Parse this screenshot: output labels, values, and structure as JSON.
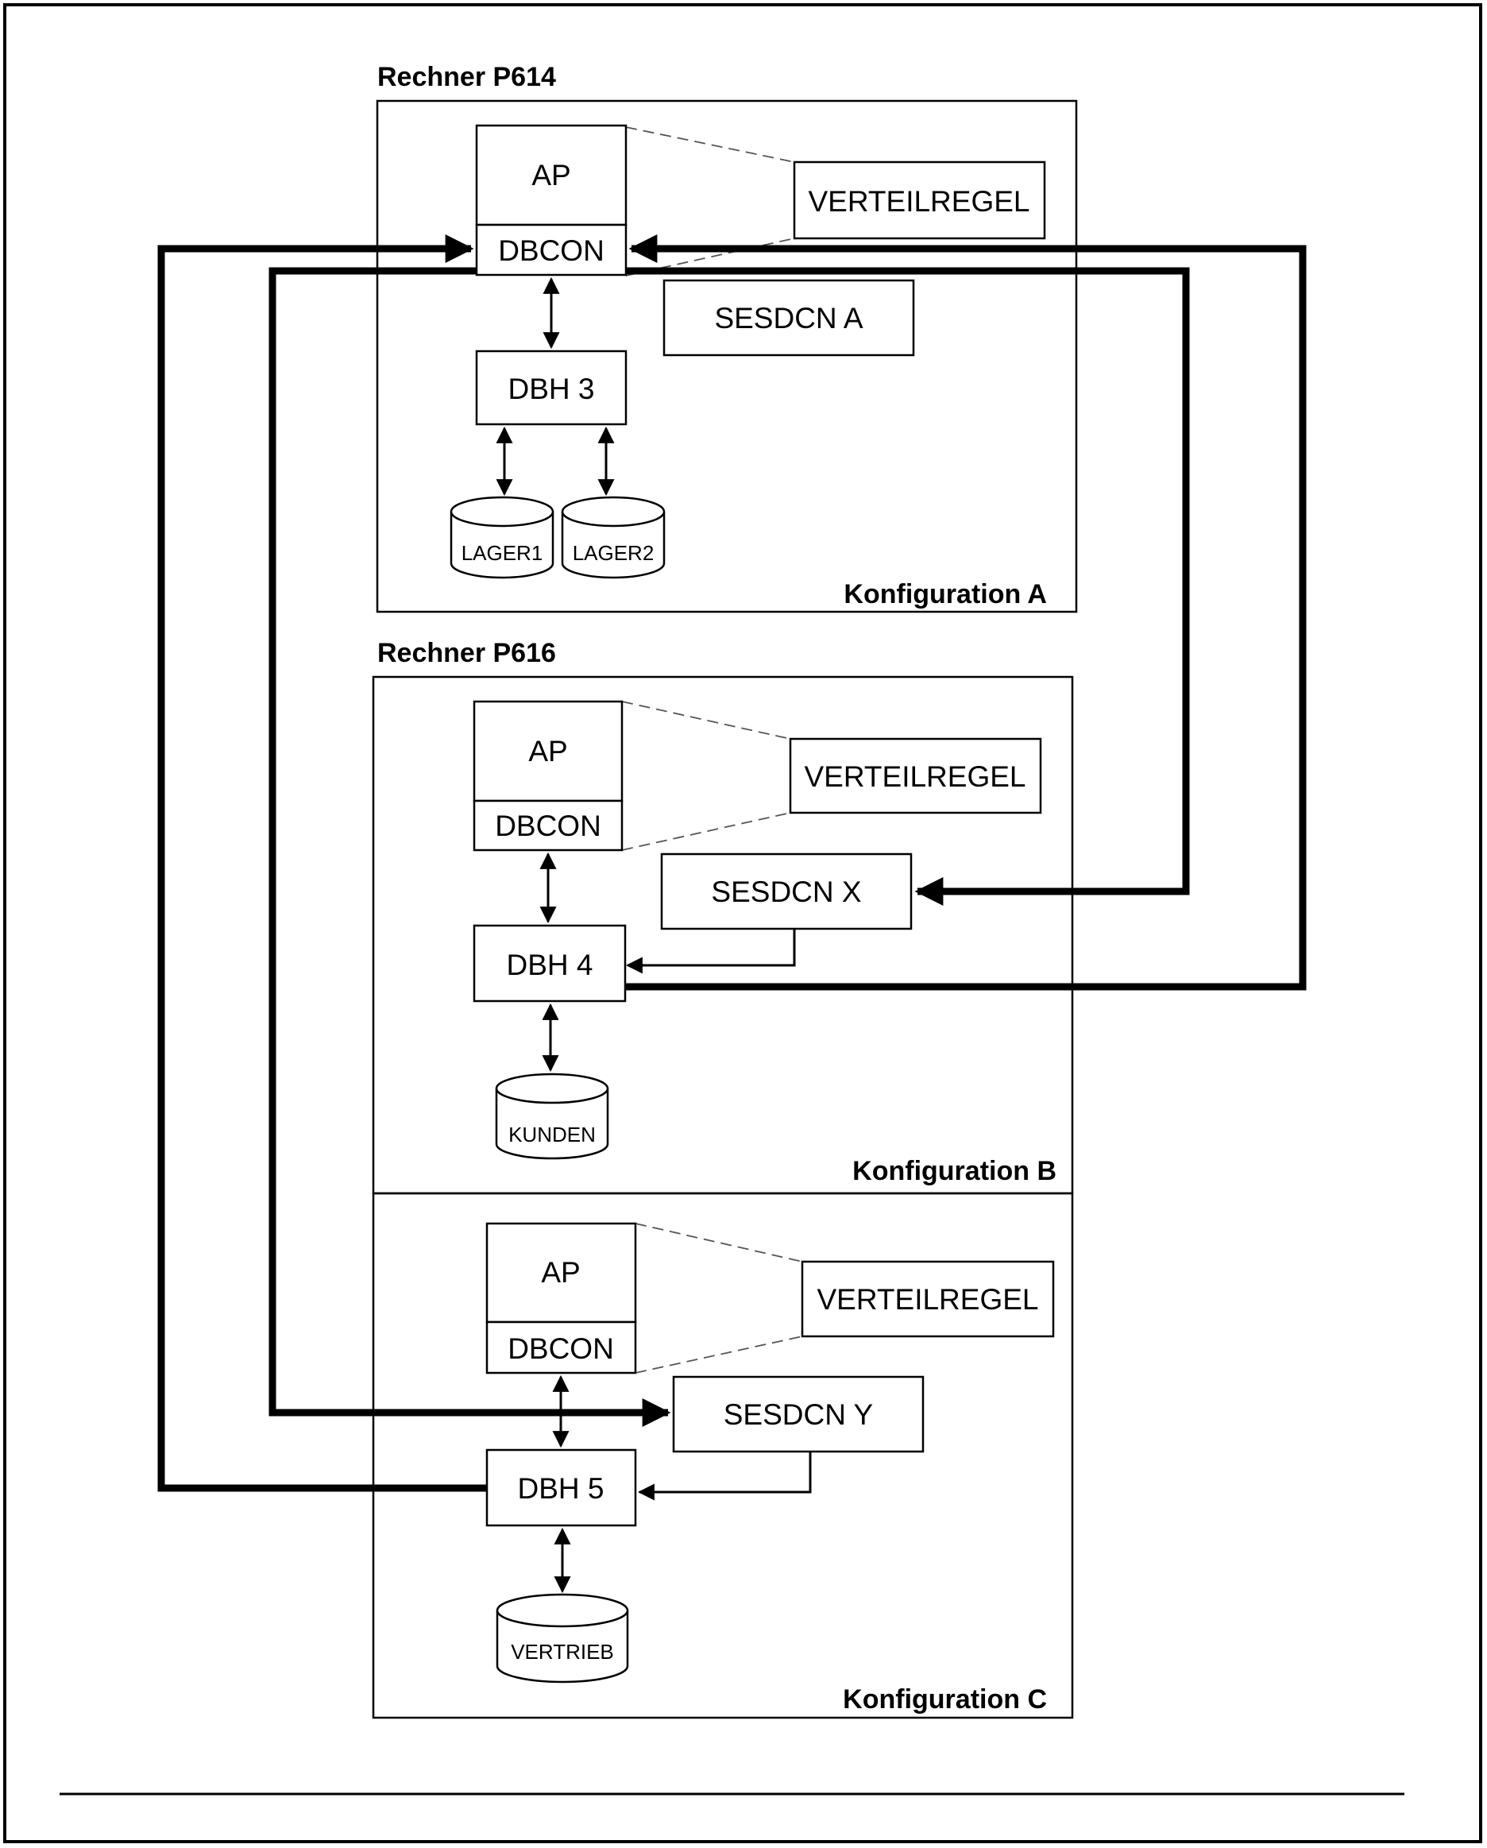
{
  "rechner": {
    "p614": "Rechner P614",
    "p616": "Rechner P616"
  },
  "config_a": {
    "label": "Konfiguration A",
    "ap": "AP",
    "dbcon": "DBCON",
    "verteilregel": "VERTEILREGEL",
    "sesdcn": "SESDCN A",
    "dbh": "DBH 3",
    "databases": [
      "LAGER1",
      "LAGER2"
    ]
  },
  "config_b": {
    "label": "Konfiguration B",
    "ap": "AP",
    "dbcon": "DBCON",
    "verteilregel": "VERTEILREGEL",
    "sesdcn": "SESDCN X",
    "dbh": "DBH 4",
    "databases": [
      "KUNDEN"
    ]
  },
  "config_c": {
    "label": "Konfiguration C",
    "ap": "AP",
    "dbcon": "DBCON",
    "verteilregel": "VERTEILREGEL",
    "sesdcn": "SESDCN Y",
    "dbh": "DBH 5",
    "databases": [
      "VERTRIEB"
    ]
  },
  "colors": {
    "line": "#000000",
    "background": "#ffffff",
    "dashed": "#555555"
  }
}
